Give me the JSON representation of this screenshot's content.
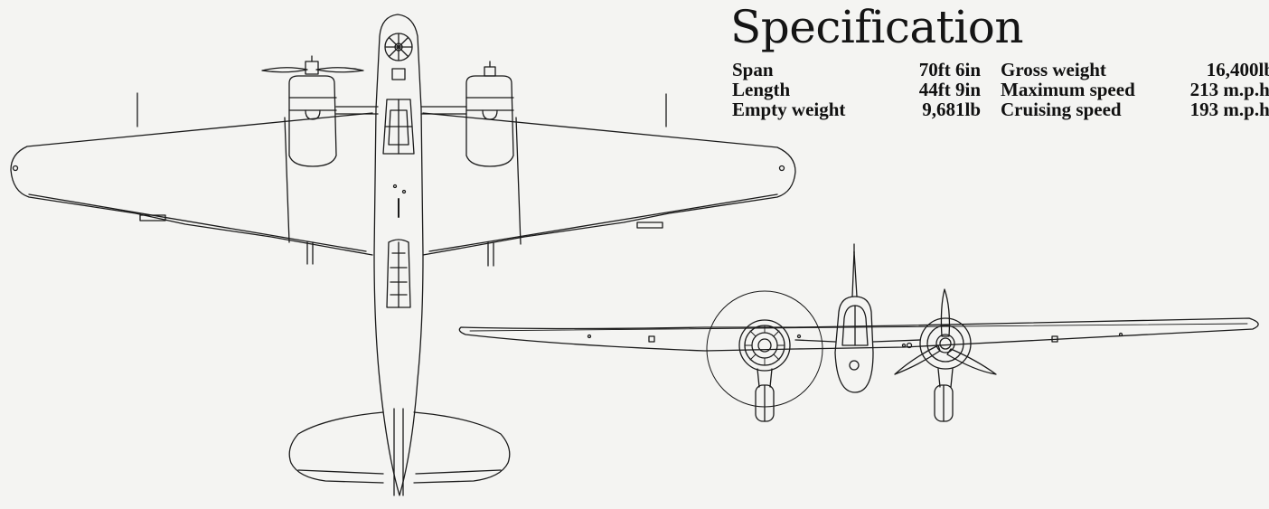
{
  "specification": {
    "title": "Specification",
    "rows": [
      {
        "label_left": "Span",
        "value_left": "70ft 6in",
        "label_right": "Gross weight",
        "value_right": "16,400lb"
      },
      {
        "label_left": "Length",
        "value_left": "44ft 9in",
        "label_right": "Maximum speed",
        "value_right": "213 m.p.h."
      },
      {
        "label_left": "Empty weight",
        "value_left": "9,681lb",
        "label_right": "Cruising speed",
        "value_right": "193 m.p.h."
      }
    ]
  },
  "colors": {
    "background": "#f4f4f2",
    "ink": "#111111"
  },
  "icons": [
    "plan-view-drawing",
    "front-view-drawing"
  ]
}
